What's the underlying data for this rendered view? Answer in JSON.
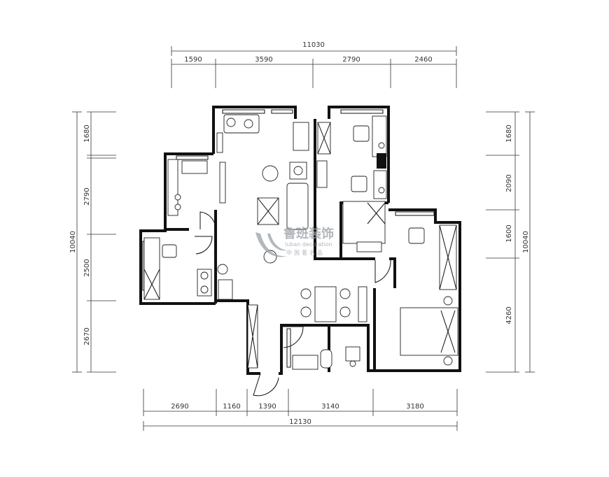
{
  "dimensions": {
    "top_total": "11030",
    "top_segments": [
      "1590",
      "3590",
      "2790",
      "2460"
    ],
    "bottom_total": "12130",
    "bottom_segments": [
      "2690",
      "1160",
      "1390",
      "3140",
      "3180"
    ],
    "left_total": "10040",
    "left_segments": [
      "1680",
      "2790",
      "2500",
      "2670"
    ],
    "right_total": "10040",
    "right_segments": [
      "1680",
      "2090",
      "1600",
      "4260"
    ]
  },
  "watermark": {
    "brand": "鲁班装饰",
    "sub_en": "luban decoration",
    "sub_cn": "中国著名品"
  },
  "colors": {
    "line": "#111111",
    "dimension": "#333333",
    "watermark": "#9aa0a6"
  }
}
